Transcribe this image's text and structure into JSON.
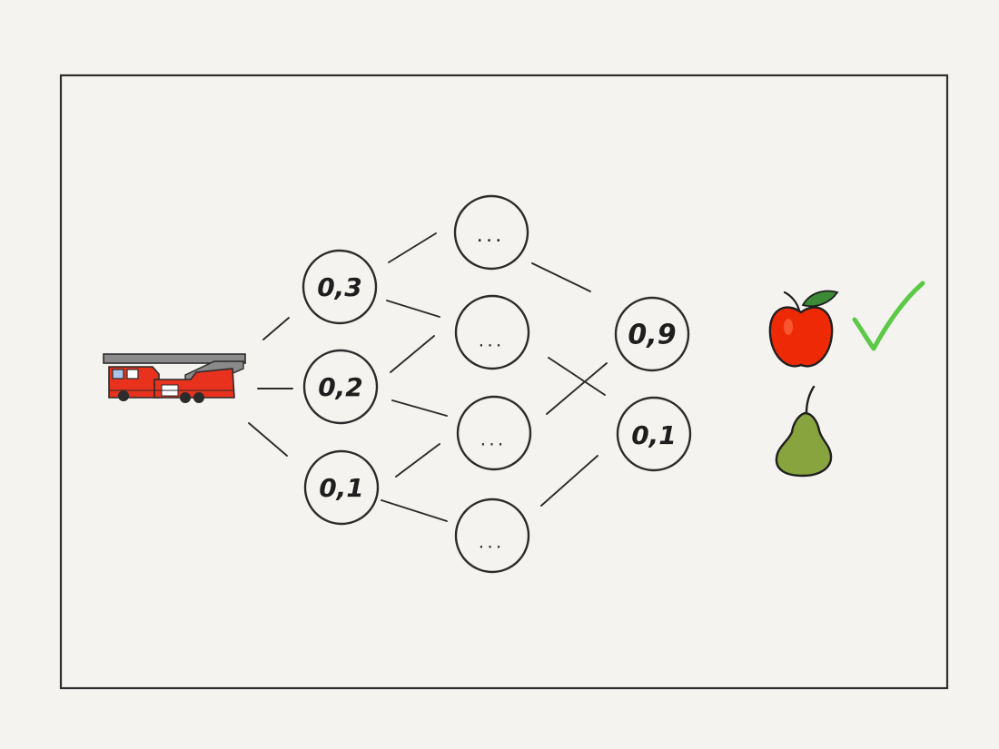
{
  "diagram": {
    "input_layer": [
      "0,3",
      "0,2",
      "0,1"
    ],
    "hidden_layer": [
      "...",
      "...",
      "...",
      "..."
    ],
    "output_layer": [
      "0,9",
      "0,1"
    ],
    "input_image": "fire-truck",
    "output_classes": [
      "apple",
      "pear"
    ],
    "checkmark_on": "apple",
    "colors": {
      "background": "#f4f3ef",
      "ink": "#2b2b2b",
      "truck_red": "#e8321e",
      "ladder_gray": "#8a8a8a",
      "apple_red": "#ee2a06",
      "leaf_green": "#3d8a36",
      "pear_green": "#88a43f",
      "check_green": "#5cc947"
    }
  }
}
